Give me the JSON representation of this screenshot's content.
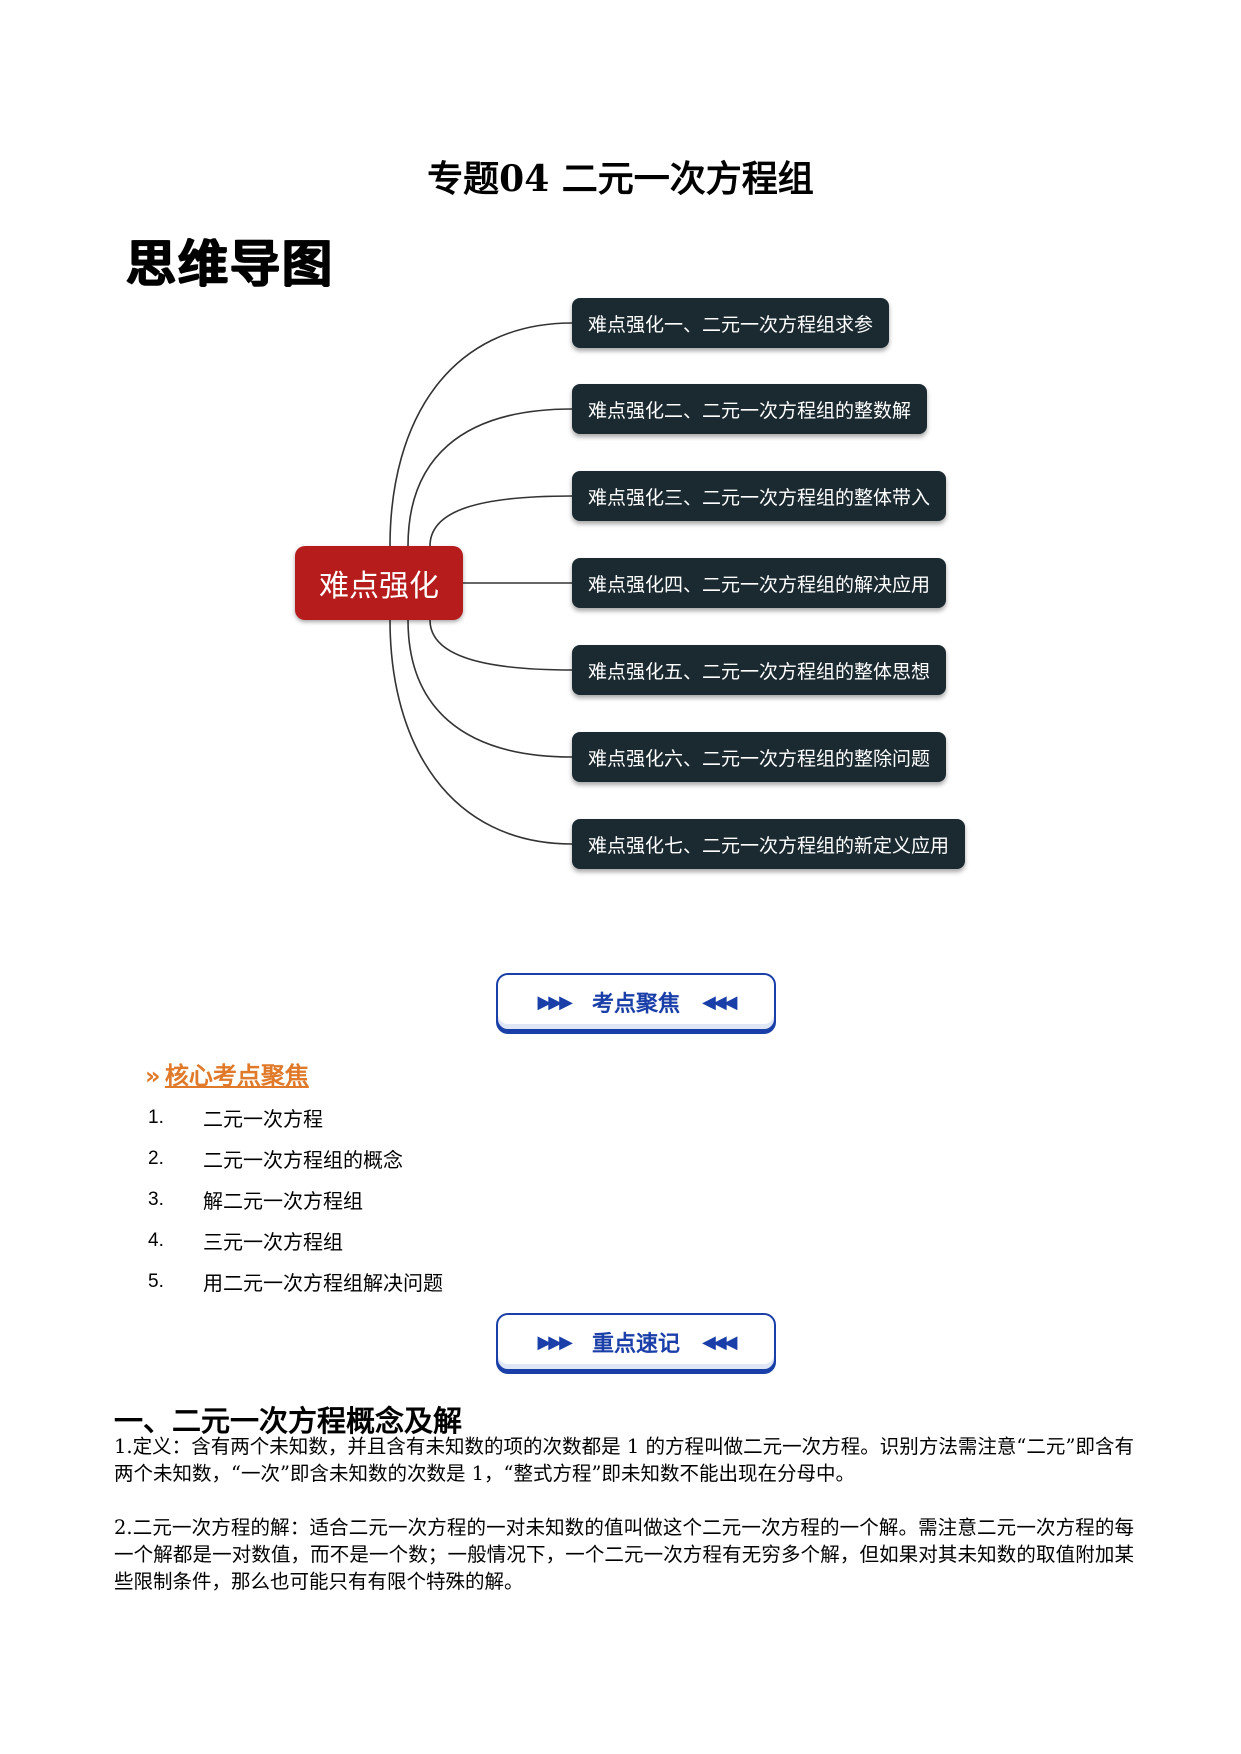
{
  "title": "专题04 二元一次方程组",
  "mindmap": {
    "heading": "思维导图",
    "root": "难点强化",
    "nodes": [
      "难点强化一、二元一次方程组求参",
      "难点强化二、二元一次方程组的整数解",
      "难点强化三、二元一次方程组的整体带入",
      "难点强化四、二元一次方程组的解决应用",
      "难点强化五、二元一次方程组的整体思想",
      "难点强化六、二元一次方程组的整除问题",
      "难点强化七、二元一次方程组的新定义应用"
    ]
  },
  "banners": {
    "kaodian": "考点聚焦",
    "zhongdian": "重点速记",
    "arrows_left": "▶▶▶",
    "arrows_right": "◀◀◀"
  },
  "core": {
    "chevron": "»",
    "heading": "核心考点聚焦",
    "items": [
      {
        "num": "1.",
        "text": "二元一次方程"
      },
      {
        "num": "2.",
        "text": "二元一次方程组的概念"
      },
      {
        "num": "3.",
        "text": "解二元一次方程组"
      },
      {
        "num": "4.",
        "text": "三元一次方程组"
      },
      {
        "num": "5.",
        "text": "用二元一次方程组解决问题"
      }
    ]
  },
  "section1": {
    "heading": "一、二元一次方程概念及解",
    "p1": "1.定义：含有两个未知数，并且含有未知数的项的次数都是 1 的方程叫做二元一次方程。识别方法需注意“二元”即含有两个未知数，“一次”即含未知数的次数是 1，“整式方程”即未知数不能出现在分母中。",
    "p2": "2.二元一次方程的解：适合二元一次方程的一对未知数的值叫做这个二元一次方程的一个解。需注意二元一次方程的每一个解都是一对数值，而不是一个数；一般情况下，一个二元一次方程有无穷多个解，但如果对其未知数的取值附加某些限制条件，那么也可能只有有限个特殊的解。"
  }
}
